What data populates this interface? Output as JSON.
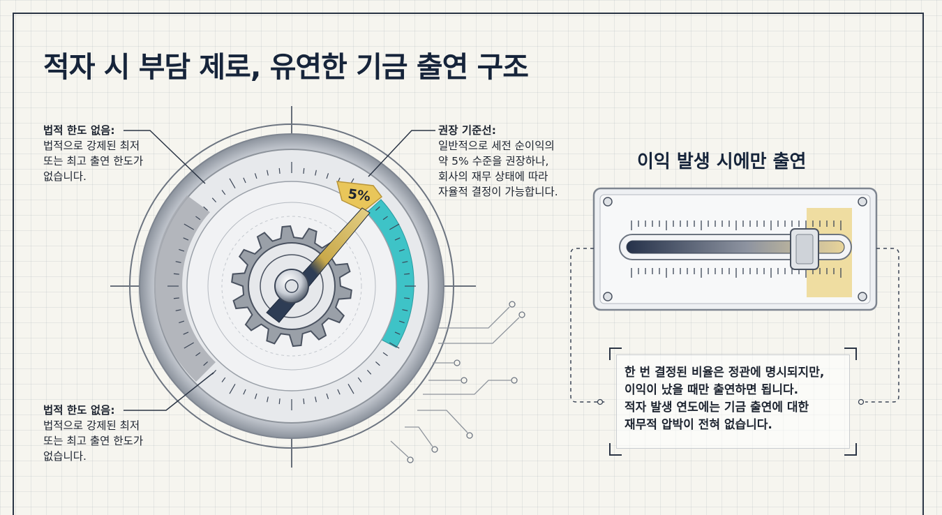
{
  "title": "적자 시 부담 제로, 유연한 기금 출연 구조",
  "gauge": {
    "marker_label": "5%",
    "recommended_value_percent": 5
  },
  "notes": {
    "top_left": {
      "heading": "법적 한도 없음:",
      "lines": [
        "법적으로 강제된 최저",
        "또는 최고 출연 한도가",
        "없습니다."
      ]
    },
    "bottom_left": {
      "heading": "법적 한도 없음:",
      "lines": [
        "법적으로 강제된 최저",
        "또는 최고 출연 한도가",
        "없습니다."
      ]
    },
    "top_right": {
      "heading": "권장 기준선:",
      "lines": [
        "일반적으로 세전 순이익의",
        "약 5% 수준을 권장하나,",
        "회사의 재무 상태에 따라",
        "자율적 결정이 가능합니다."
      ]
    }
  },
  "slider": {
    "title": "이익 발생 시에만 출연",
    "position_fraction": 0.83
  },
  "callout": {
    "lines": [
      "한 번 결정된 비율은 정관에 명시되지만,",
      "이익이 났을 때만 출연하면 됩니다.",
      "적자 발생 연도에는 기금 출연에 대한",
      "재무적 압박이 전혀 없습니다."
    ]
  },
  "colors": {
    "title": "#16243a",
    "teal_band": "#3ec3c7",
    "gold_marker": "#e9c65a",
    "needle_gold": "#c9a94a",
    "needle_navy": "#2e3d55",
    "frame": "#2a3444"
  }
}
